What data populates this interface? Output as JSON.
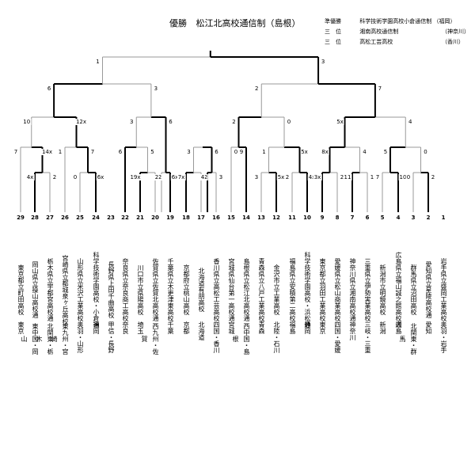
{
  "header": {
    "winner_label": "優勝",
    "winner_school": "松江北高校通信制（島根）",
    "placements": [
      {
        "label": "準優勝",
        "school": "科学技術学園高校小倉通信制",
        "pref": "（福岡）"
      },
      {
        "label": "三　位",
        "school": "湘南高校通信制",
        "pref": "（神奈川）"
      },
      {
        "label": "三　位",
        "school": "高松工芸高校",
        "pref": "（香川）"
      }
    ]
  },
  "teams": [
    {
      "num": "29",
      "school": "東京都立町田高校",
      "region": "東京"
    },
    {
      "num": "28",
      "school": "岡山県立操山高校通",
      "region": "東中国・岡山"
    },
    {
      "num": "27",
      "school": "栃木県立宇都宮高校通",
      "region": "北関東・栃木"
    },
    {
      "num": "26",
      "school": "宮崎県立都城泉ヶ丘高校",
      "region": "東九州・宮崎"
    },
    {
      "num": "25",
      "school": "山形県立米沢工業高校",
      "region": "奥羽・山形"
    },
    {
      "num": "24",
      "school": "科学技術学園高校・小倉通",
      "region": "福岡"
    },
    {
      "num": "23",
      "school": "長野県上田千曲高校",
      "region": "甲信・長野"
    },
    {
      "num": "22",
      "school": "奈良県立奈良商工高校",
      "region": "奈良"
    },
    {
      "num": "21",
      "school": "川口市立県陽高校",
      "region": "埼玉"
    },
    {
      "num": "20",
      "school": "佐賀県立佐賀北高校通",
      "region": "西九州・佐賀"
    },
    {
      "num": "19",
      "school": "千葉県立木更津東高校",
      "region": "千葉"
    },
    {
      "num": "18",
      "school": "京都府立桃山高校",
      "region": "京都"
    },
    {
      "num": "17",
      "school": "北海道有朋高校",
      "region": "北海道"
    },
    {
      "num": "16",
      "school": "香川県立高松工芸高校",
      "region": "四国・香川"
    },
    {
      "num": "15",
      "school": "宮城県仙台第一高校通",
      "region": "宮城"
    },
    {
      "num": "14",
      "school": "島根県立松江北高校通",
      "region": "西中国・島根"
    },
    {
      "num": "13",
      "school": "青森県立八戸工業高校",
      "region": "青森"
    },
    {
      "num": "12",
      "school": "金沢市立工業高校",
      "region": "北陸・石川"
    },
    {
      "num": "11",
      "school": "福島県立安積第二高校",
      "region": "福島"
    },
    {
      "num": "10",
      "school": "科学技術学園高校・浜松通",
      "region": "静岡"
    },
    {
      "num": "9",
      "school": "東京都立羽田工業高校",
      "region": "東京"
    },
    {
      "num": "8",
      "school": "愛媛県立松山商業高校",
      "region": "四国・愛媛"
    },
    {
      "num": "7",
      "school": "神奈川県立湘南高校通",
      "region": "神奈川"
    },
    {
      "num": "6",
      "school": "三重県立伊勢実業高校",
      "region": "三岐・三重"
    },
    {
      "num": "5",
      "school": "新潟市立明鏡高校",
      "region": "新潟"
    },
    {
      "num": "4",
      "school": "広島県立福山誠之館高校通",
      "region": "広島"
    },
    {
      "num": "3",
      "school": "群馬県立沼田高校",
      "region": "北関東・群馬"
    },
    {
      "num": "2",
      "school": "愛知県立星陵高校通",
      "region": "愛知"
    },
    {
      "num": "1",
      "school": "岩手県立盛岡工業高校",
      "region": "奥羽・岩手"
    }
  ],
  "scores": [
    {
      "m": "r1a",
      "l": "4x",
      "r": "2"
    },
    {
      "m": "r1b",
      "l": "0",
      "r": "6x"
    },
    {
      "m": "r1c",
      "l": "19x",
      "r": "2"
    },
    {
      "m": "r1d",
      "l": "2",
      "r": "6x"
    },
    {
      "m": "r1e",
      "l": "7x",
      "r": "2"
    },
    {
      "m": "r1f",
      "l": "4",
      "r": "3"
    },
    {
      "m": "r1g",
      "l": "3",
      "r": "5x"
    },
    {
      "m": "r1h",
      "l": "2",
      "r": "4x"
    },
    {
      "m": "r1i",
      "l": "3x",
      "r": "2"
    },
    {
      "m": "r1j",
      "l": "11",
      "r": "1"
    },
    {
      "m": "r1k",
      "l": "7",
      "r": "10"
    },
    {
      "m": "r1l",
      "l": "0",
      "r": "2"
    },
    {
      "m": "r2a",
      "l": "7",
      "r": "14x"
    },
    {
      "m": "r2b",
      "l": "1",
      "r": "7"
    },
    {
      "m": "r2c",
      "l": "6",
      "r": "5"
    },
    {
      "m": "r2d",
      "l": "3",
      "r": "6"
    },
    {
      "m": "r2e",
      "l": "9",
      "r": "0"
    },
    {
      "m": "r2f",
      "l": "1",
      "r": "5x"
    },
    {
      "m": "r2g",
      "l": "8x",
      "r": "4"
    },
    {
      "m": "r2h",
      "l": "5",
      "r": "0"
    },
    {
      "m": "r3a",
      "l": "10",
      "r": "12x"
    },
    {
      "m": "r3b",
      "l": "3",
      "r": "6"
    },
    {
      "m": "r3c",
      "l": "2",
      "r": "0"
    },
    {
      "m": "r3d",
      "l": "5x",
      "r": "4"
    },
    {
      "m": "qfa",
      "l": "6",
      "r": "3"
    },
    {
      "m": "qfb",
      "l": "2",
      "r": "7"
    },
    {
      "m": "sf",
      "l": "1",
      "r": "3"
    }
  ]
}
